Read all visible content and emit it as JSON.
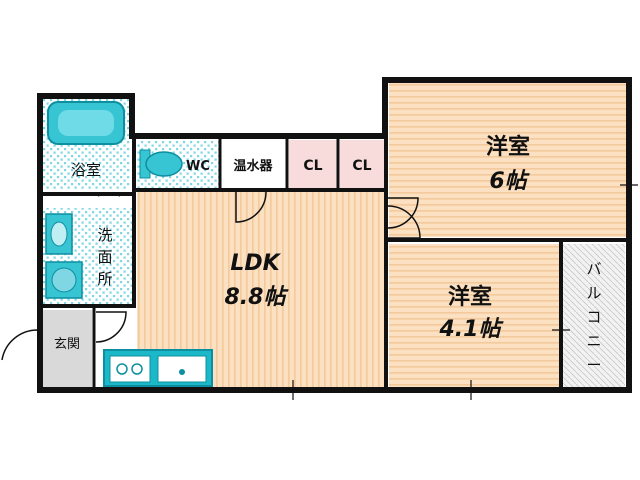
{
  "rooms": {
    "bath": "浴室",
    "washroom": [
      "洗",
      "面",
      "所"
    ],
    "wc": "WC",
    "water_heater": "温水器",
    "closet_1": "CL",
    "closet_2": "CL",
    "ldk_name": "LDK",
    "ldk_size": "8.8帖",
    "western_1_name": "洋室",
    "western_1_size": "6帖",
    "western_2_name": "洋室",
    "western_2_size": "4.1帖",
    "balcony": [
      "バ",
      "ル",
      "コ",
      "ニ",
      "ー"
    ],
    "entrance": "玄関"
  },
  "colors": {
    "wall": "#111111",
    "floor": "#fbe1c2",
    "floor_stripe": "#f4c99b",
    "water_tile": "#37c5d3",
    "tile_pattern": "#bfe9f0",
    "closet": "#f8dcdc",
    "entrance_floor": "#d9d9d9",
    "balcony_floor": "#e6e6e6",
    "kitchen": "#1ab8c8"
  }
}
